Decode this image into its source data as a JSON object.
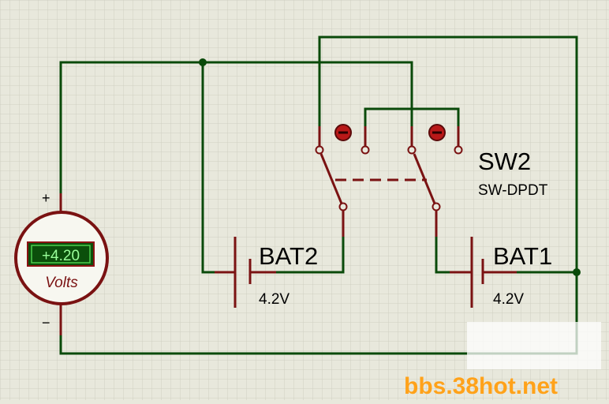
{
  "colors": {
    "background": "#e8e8dc",
    "grid": "#cfcfc2",
    "wire": "#0a4a0a",
    "component": "#7a1212",
    "junction": "#0a4a0a",
    "display_bg": "#0b4f0b",
    "display_text": "#9aff9a",
    "watermark": "#ffa21a"
  },
  "voltmeter": {
    "reading": "+4.20",
    "unit": "Volts",
    "plus": "+",
    "minus": "−"
  },
  "switch": {
    "ref": "SW2",
    "type": "SW-DPDT",
    "terminal_icon": "minus-circle-icon"
  },
  "bat1": {
    "ref": "BAT1",
    "voltage": "4.2V"
  },
  "bat2": {
    "ref": "BAT2",
    "voltage": "4.2V"
  },
  "watermark": {
    "text": "bbs.38hot.net"
  }
}
